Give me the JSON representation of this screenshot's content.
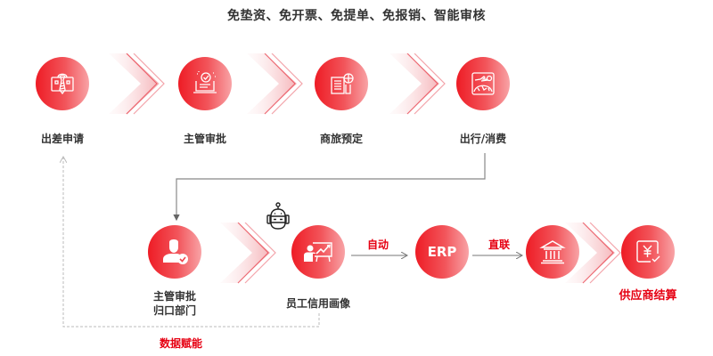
{
  "title": "免垫资、免开票、免提单、免报销、智能审核",
  "colors": {
    "accent": "#e60012",
    "node_start": "#ee1c25",
    "node_end": "#f8a3a6",
    "text": "#333333",
    "line": "#888888"
  },
  "top_row": [
    {
      "label": "出差申请",
      "icon": "briefcase-tie-icon"
    },
    {
      "label": "主管审批",
      "icon": "laptop-check-icon"
    },
    {
      "label": "商旅预定",
      "icon": "building-globe-icon"
    },
    {
      "label": "出行/消费",
      "icon": "plane-globe-icon"
    }
  ],
  "bottom_row": [
    {
      "label_line1": "主管审批",
      "label_line2": "归口部门",
      "icon": "user-check-icon"
    },
    {
      "label": "员工信用画像",
      "icon": "presentation-chart-icon",
      "badge_icon": "robot-icon"
    },
    {
      "text": "ERP",
      "icon": "erp-text"
    },
    {
      "icon": "bank-icon"
    },
    {
      "label": "供应商结算",
      "icon": "yen-receipt-icon",
      "label_color": "accent"
    }
  ],
  "edges": {
    "auto": "自动",
    "direct": "直联",
    "feedback": "数据赋能"
  }
}
